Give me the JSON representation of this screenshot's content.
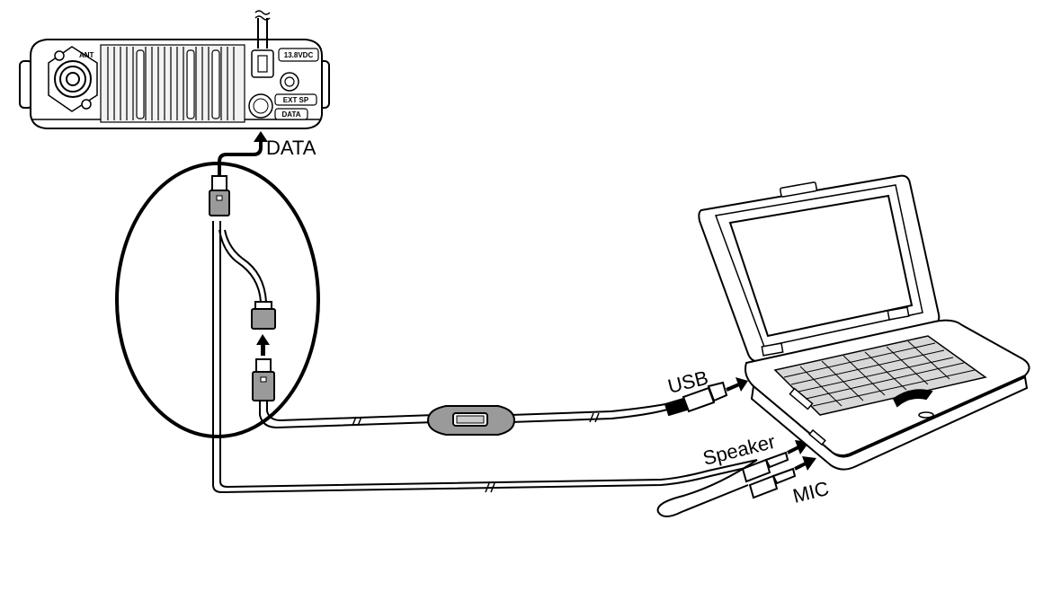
{
  "radio": {
    "ports": {
      "ant": "ANT",
      "dc": "13.8VDC",
      "ext_sp": "EXT SP",
      "data": "DATA"
    }
  },
  "labels": {
    "data": "DATA",
    "usb": "USB",
    "speaker": "Speaker",
    "mic": "MIC"
  }
}
